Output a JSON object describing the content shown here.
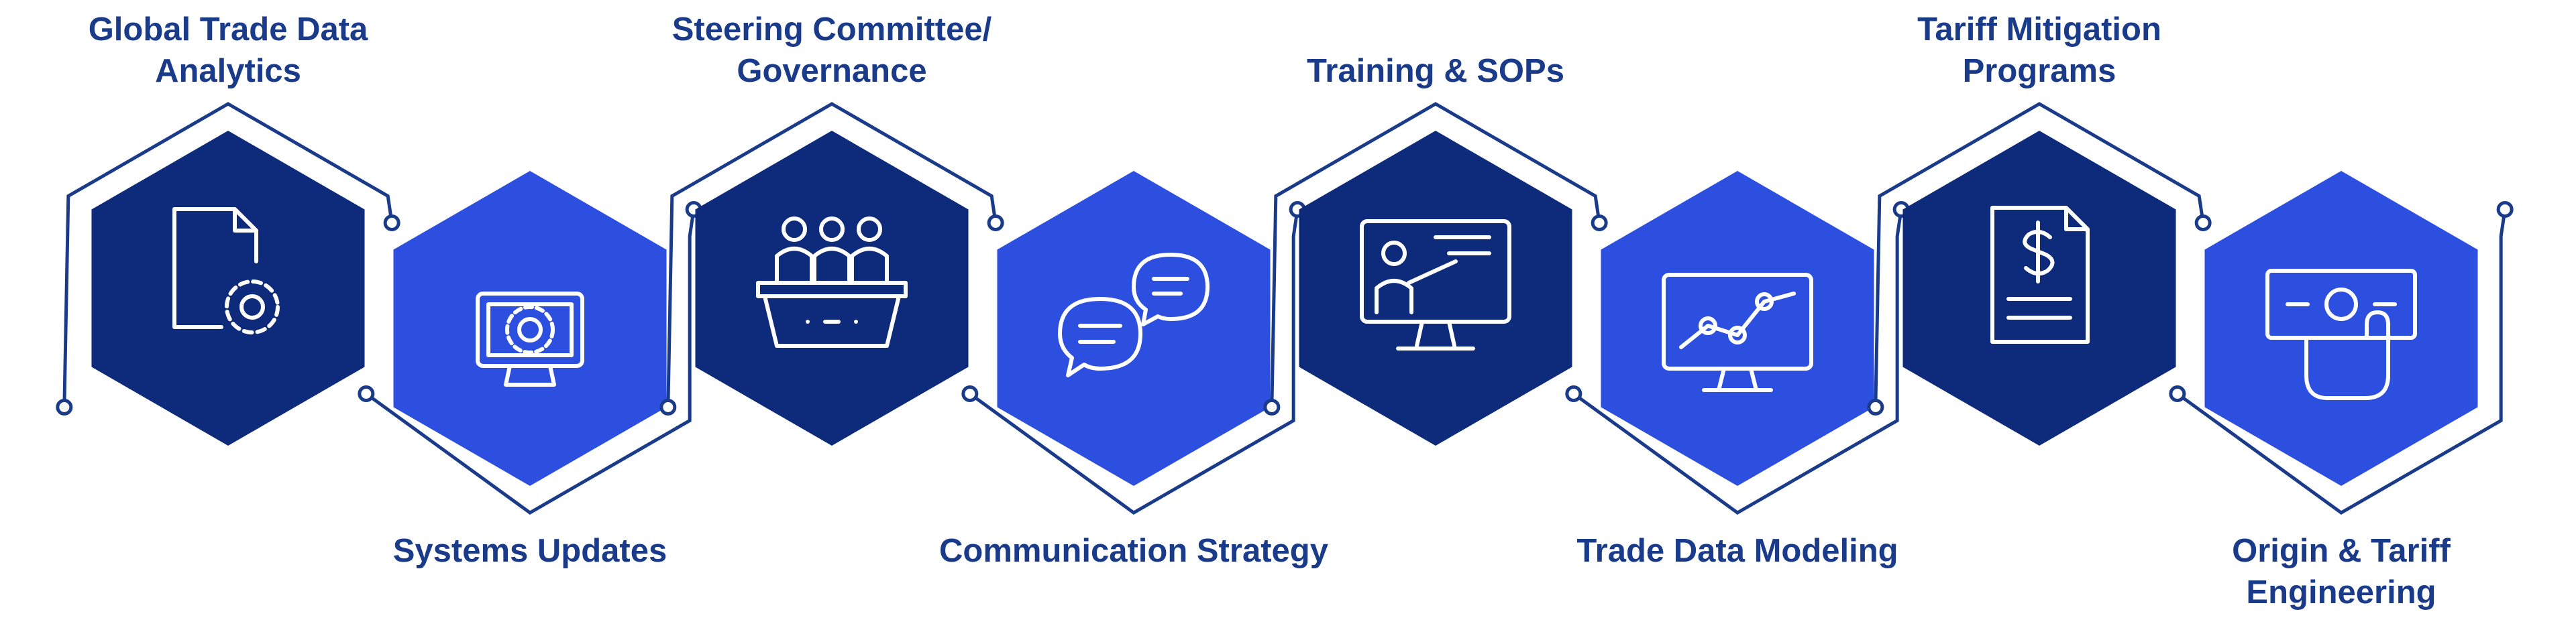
{
  "steps": [
    {
      "id": "global-trade-data-analytics",
      "label_lines": [
        "Global Trade Data",
        "Analytics"
      ],
      "position": "top",
      "fill": "#0d2b7a",
      "icon": "document-gear-icon"
    },
    {
      "id": "systems-updates",
      "label_lines": [
        "Systems Updates"
      ],
      "position": "bottom",
      "fill": "#2d4fe0",
      "icon": "monitor-gear-icon"
    },
    {
      "id": "steering-committee-governance",
      "label_lines": [
        "Steering Committee/",
        "Governance"
      ],
      "position": "top",
      "fill": "#0d2b7a",
      "icon": "committee-panel-icon"
    },
    {
      "id": "communication-strategy",
      "label_lines": [
        "Communication Strategy"
      ],
      "position": "bottom",
      "fill": "#2d4fe0",
      "icon": "chat-bubbles-icon"
    },
    {
      "id": "training-sops",
      "label_lines": [
        "Training & SOPs"
      ],
      "position": "top",
      "fill": "#0d2b7a",
      "icon": "presentation-screen-icon"
    },
    {
      "id": "trade-data-modeling",
      "label_lines": [
        "Trade Data Modeling"
      ],
      "position": "bottom",
      "fill": "#2d4fe0",
      "icon": "line-chart-monitor-icon"
    },
    {
      "id": "tariff-mitigation-programs",
      "label_lines": [
        "Tariff Mitigation",
        "Programs"
      ],
      "position": "top",
      "fill": "#0d2b7a",
      "icon": "dollar-document-icon"
    },
    {
      "id": "origin-tariff-engineering",
      "label_lines": [
        "Origin & Tariff",
        "Engineering"
      ],
      "position": "bottom",
      "fill": "#2d4fe0",
      "icon": "hand-banknote-icon"
    }
  ],
  "colors": {
    "dark_blue": "#0d2b7a",
    "bright_blue": "#2d4fe0",
    "outline": "#1a3a8a",
    "text": "#1a3a8a"
  }
}
